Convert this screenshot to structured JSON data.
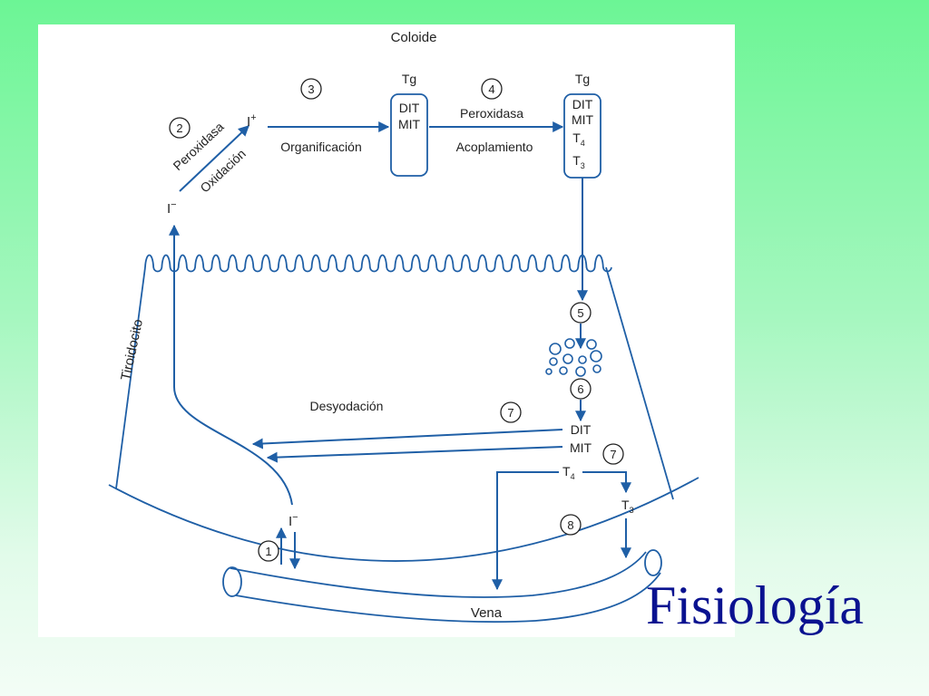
{
  "slide_title": "Fisiología",
  "labels": {
    "colloid": "Coloide",
    "thyrocyte": "Tiroidocito",
    "iodide": "I",
    "iodide_charge": "−",
    "iodine": "I",
    "iodine_charge": "+",
    "peroxidase": "Peroxidasa",
    "oxidation": "Oxidación",
    "organification": "Organificación",
    "coupling": "Acoplamiento",
    "deiodination": "Desyodación",
    "vein": "Vena",
    "tg": "Tg",
    "dit": "DIT",
    "mit": "MIT",
    "t": "T",
    "sub4": "4",
    "sub3": "3"
  },
  "steps": [
    "1",
    "2",
    "3",
    "4",
    "5",
    "6",
    "7",
    "7",
    "8"
  ],
  "colors": {
    "arrow": "#1f5fa6",
    "title": "#0a1290",
    "background_top": "#6cf595",
    "background_bottom": "#f3fdf6"
  }
}
